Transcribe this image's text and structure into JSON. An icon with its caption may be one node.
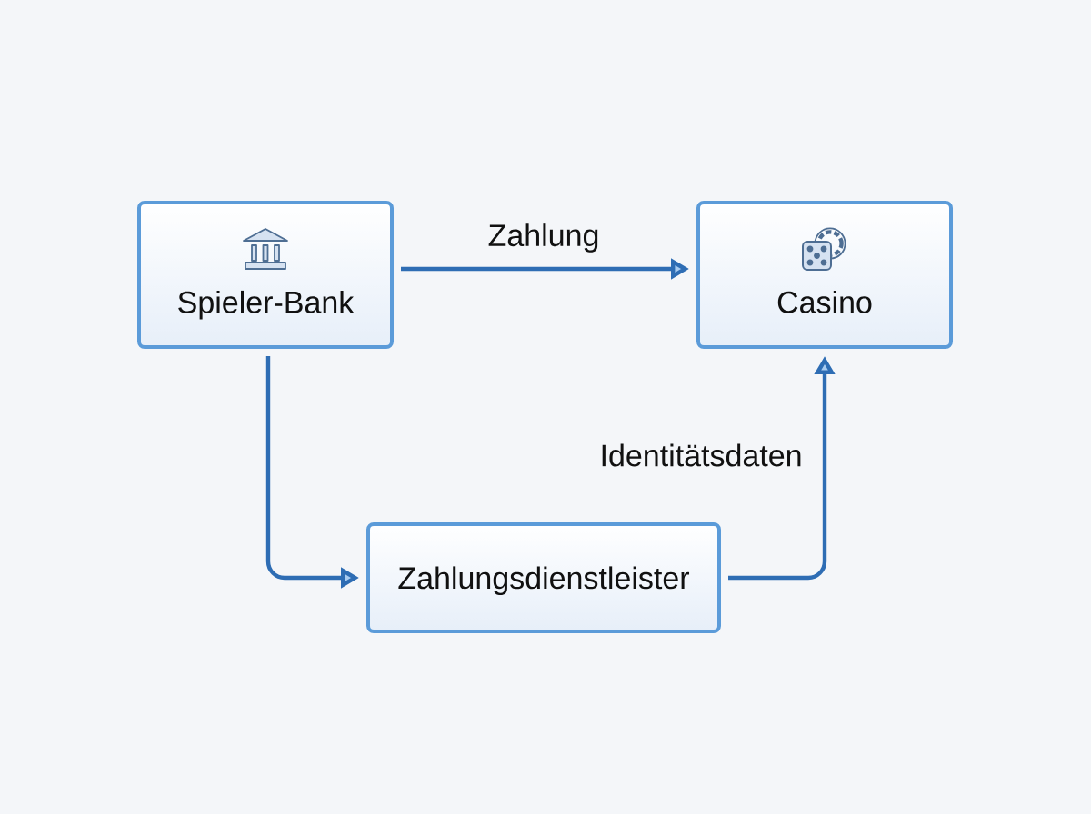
{
  "diagram": {
    "nodes": [
      {
        "text": [
          "Spieler-Bank"
        ]
      },
      {
        "text": [
          "Casino"
        ]
      },
      {
        "text": [
          "Zahlungsdienstleister"
        ]
      }
    ],
    "edges": [
      {
        "from": 0,
        "to": 1,
        "arrow": "to",
        "label": "Zahlung"
      },
      {
        "from": 0,
        "to": 2,
        "arrow": "to"
      },
      {
        "from": 2,
        "to": 1,
        "arrow": "to",
        "label": "Identitätsdaten"
      }
    ]
  }
}
